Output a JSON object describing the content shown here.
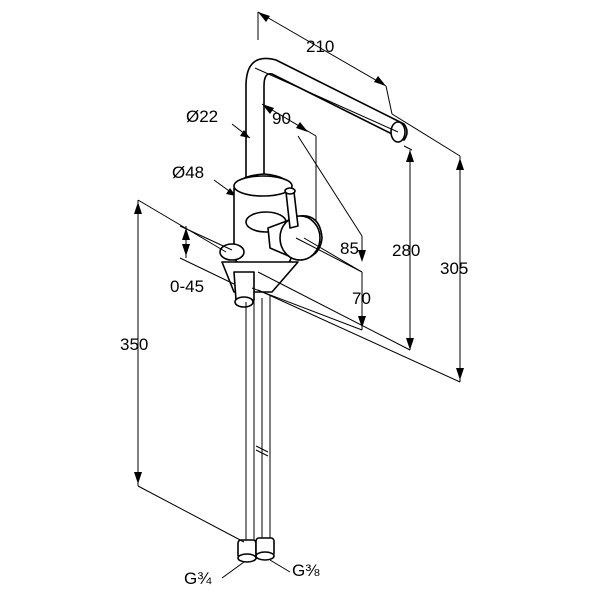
{
  "drawing": {
    "subject": "faucet dimension drawing",
    "labels": {
      "spout_reach": "210",
      "spout_diameter": "Ø22",
      "body_offset": "90",
      "body_diameter": "Ø48",
      "lever_height": "85",
      "height_280": "280",
      "height_305": "305",
      "depth_70": "70",
      "mounting_thickness": "0-45",
      "shank_length": "350",
      "outlet_left": "G¾",
      "outlet_right": "G⅜"
    }
  }
}
